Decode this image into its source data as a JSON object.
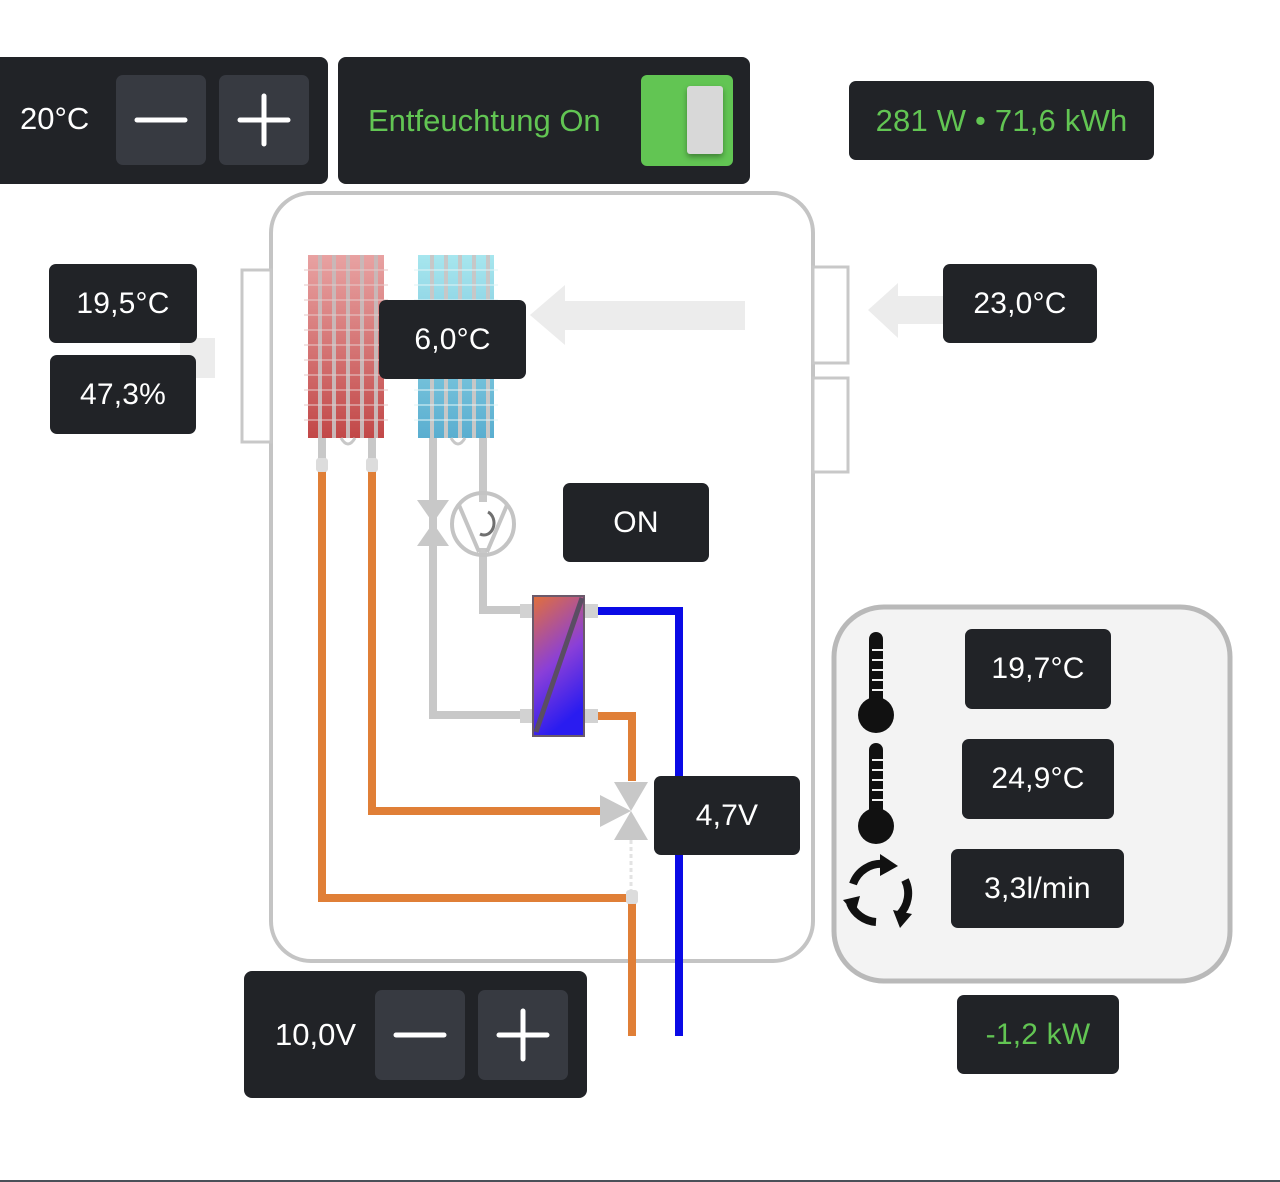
{
  "setpoint": {
    "value": "20°C",
    "decrease_icon": "minus-icon",
    "increase_icon": "plus-icon"
  },
  "dehumidify": {
    "label": "Entfeuchtung On",
    "state": "on",
    "accent": "#62c553"
  },
  "power": {
    "text": "281 W • 71,6 kWh"
  },
  "sensors": {
    "supply_air_temp": "19,5°C",
    "supply_air_humidity": "47,3%",
    "evaporator_temp": "6,0°C",
    "outdoor_air_temp": "23,0°C",
    "compressor_state": "ON",
    "valve_voltage": "4,7V"
  },
  "water_circuit": {
    "temp_1": "19,7°C",
    "temp_2": "24,9°C",
    "flow_rate": "3,3l/min",
    "thermal_power": "-1,2 kW",
    "icons": [
      "thermometer-icon",
      "thermometer-icon",
      "circulation-icon"
    ]
  },
  "fan_voltage": {
    "value": "10,0V",
    "decrease_icon": "minus-icon",
    "increase_icon": "plus-icon"
  },
  "colors": {
    "panel_bg": "#212327",
    "button_bg": "#373a41",
    "hot_pipe": "#e07f37",
    "cold_pipe": "#0a0ae6",
    "refrigerant_pipe": "#c8c8c8",
    "status_green": "#62c553"
  }
}
